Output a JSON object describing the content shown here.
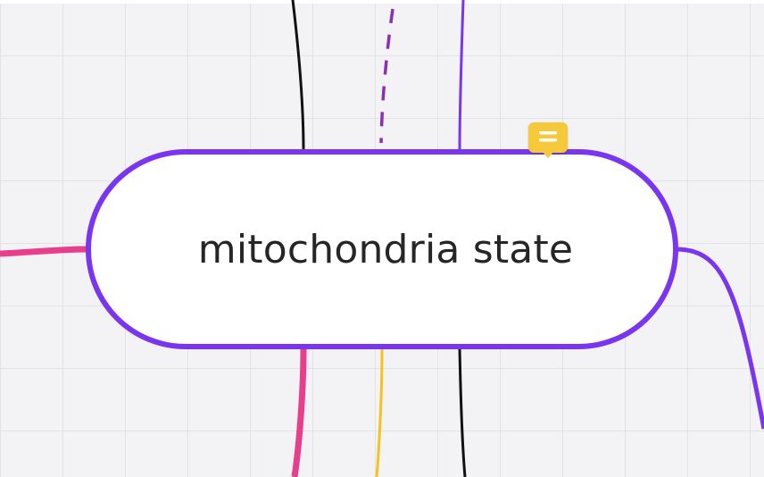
{
  "board": {
    "node": {
      "text": "mitochondria state",
      "border_color": "#7a35f0"
    },
    "comment_indicator": {
      "icon": "comment-icon",
      "color": "#f6c93a"
    },
    "connectors": [
      {
        "name": "connector-top-black",
        "color": "#111111",
        "style": "solid"
      },
      {
        "name": "connector-top-purple-dashed",
        "color": "#8e2fb3",
        "style": "dashed"
      },
      {
        "name": "connector-top-purple",
        "color": "#7a35f0",
        "style": "solid"
      },
      {
        "name": "connector-left-pink",
        "color": "#e83e8c",
        "style": "solid"
      },
      {
        "name": "connector-right-purple",
        "color": "#7a35f0",
        "style": "solid"
      },
      {
        "name": "connector-bottom-pink",
        "color": "#e83e8c",
        "style": "solid"
      },
      {
        "name": "connector-bottom-yellow",
        "color": "#f5c31c",
        "style": "solid"
      },
      {
        "name": "connector-bottom-black",
        "color": "#111111",
        "style": "solid"
      }
    ]
  }
}
